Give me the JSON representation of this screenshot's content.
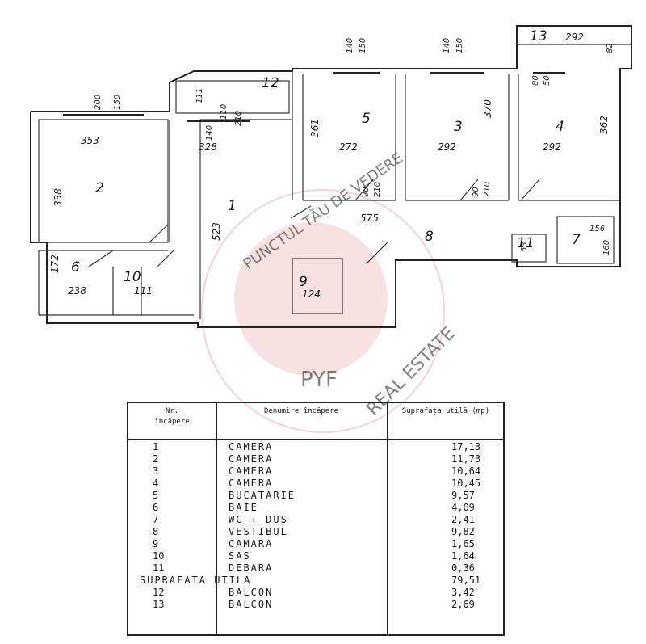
{
  "plan": {
    "room_numbers": [
      "1",
      "2",
      "3",
      "4",
      "5",
      "6",
      "7",
      "8",
      "9",
      "10",
      "11",
      "12",
      "13"
    ],
    "dimensions": {
      "w_200": "200",
      "w_150a": "150",
      "w_353": "353",
      "w_338": "338",
      "w_111a": "111",
      "w_140a": "140",
      "w_110": "110",
      "w_210a": "210",
      "w_328": "328",
      "w_140b": "140",
      "w_150b": "150",
      "w_361": "361",
      "w_272": "272",
      "w_140c": "140",
      "w_150c": "150",
      "w_370": "370",
      "w_292a": "292",
      "w_292top": "292",
      "w_80": "80",
      "w_50": "50",
      "w_82": "82",
      "w_362": "362",
      "w_292b": "292",
      "w_523": "523",
      "w_575": "575",
      "w_172": "172",
      "w_238": "238",
      "w_111b": "111",
      "w_124": "124",
      "w_156": "156",
      "w_160": "160",
      "w_53": "53",
      "w_90a": "90",
      "w_210b": "210",
      "w_90b": "90",
      "w_210c": "210"
    }
  },
  "watermark": {
    "brand": "PYF",
    "line1": "PUNCTUL TĂU DE VEDERE",
    "line2": "REAL ESTATE"
  },
  "legend": {
    "headers": {
      "nr": "Nr.",
      "nr_sub": "încăpere",
      "name": "Denumire încăpere",
      "area": "Suprafața utilă",
      "unit": "(mp)"
    },
    "rows": [
      {
        "no": "1",
        "name": "CAMERA",
        "area": "17,13"
      },
      {
        "no": "2",
        "name": "CAMERA",
        "area": "11,73"
      },
      {
        "no": "3",
        "name": "CAMERA",
        "area": "10,64"
      },
      {
        "no": "4",
        "name": "CAMERA",
        "area": "10,45"
      },
      {
        "no": "5",
        "name": "BUCATARIE",
        "area": "9,57"
      },
      {
        "no": "6",
        "name": "BAIE",
        "area": "4,09"
      },
      {
        "no": "7",
        "name": "WC + DUȘ",
        "area": "2,41"
      },
      {
        "no": "8",
        "name": "VESTIBUL",
        "area": "9,82"
      },
      {
        "no": "9",
        "name": "CAMARA",
        "area": "1,65"
      },
      {
        "no": "10",
        "name": "SAS",
        "area": "1,64"
      },
      {
        "no": "11",
        "name": "DEBARA",
        "area": "0,36"
      }
    ],
    "total_label": "SUPRAFATA UTILA",
    "total_value": "79,51",
    "balconies": [
      {
        "no": "12",
        "name": "BALCON",
        "area": "3,42"
      },
      {
        "no": "13",
        "name": "BALCON",
        "area": "2,69"
      }
    ]
  }
}
